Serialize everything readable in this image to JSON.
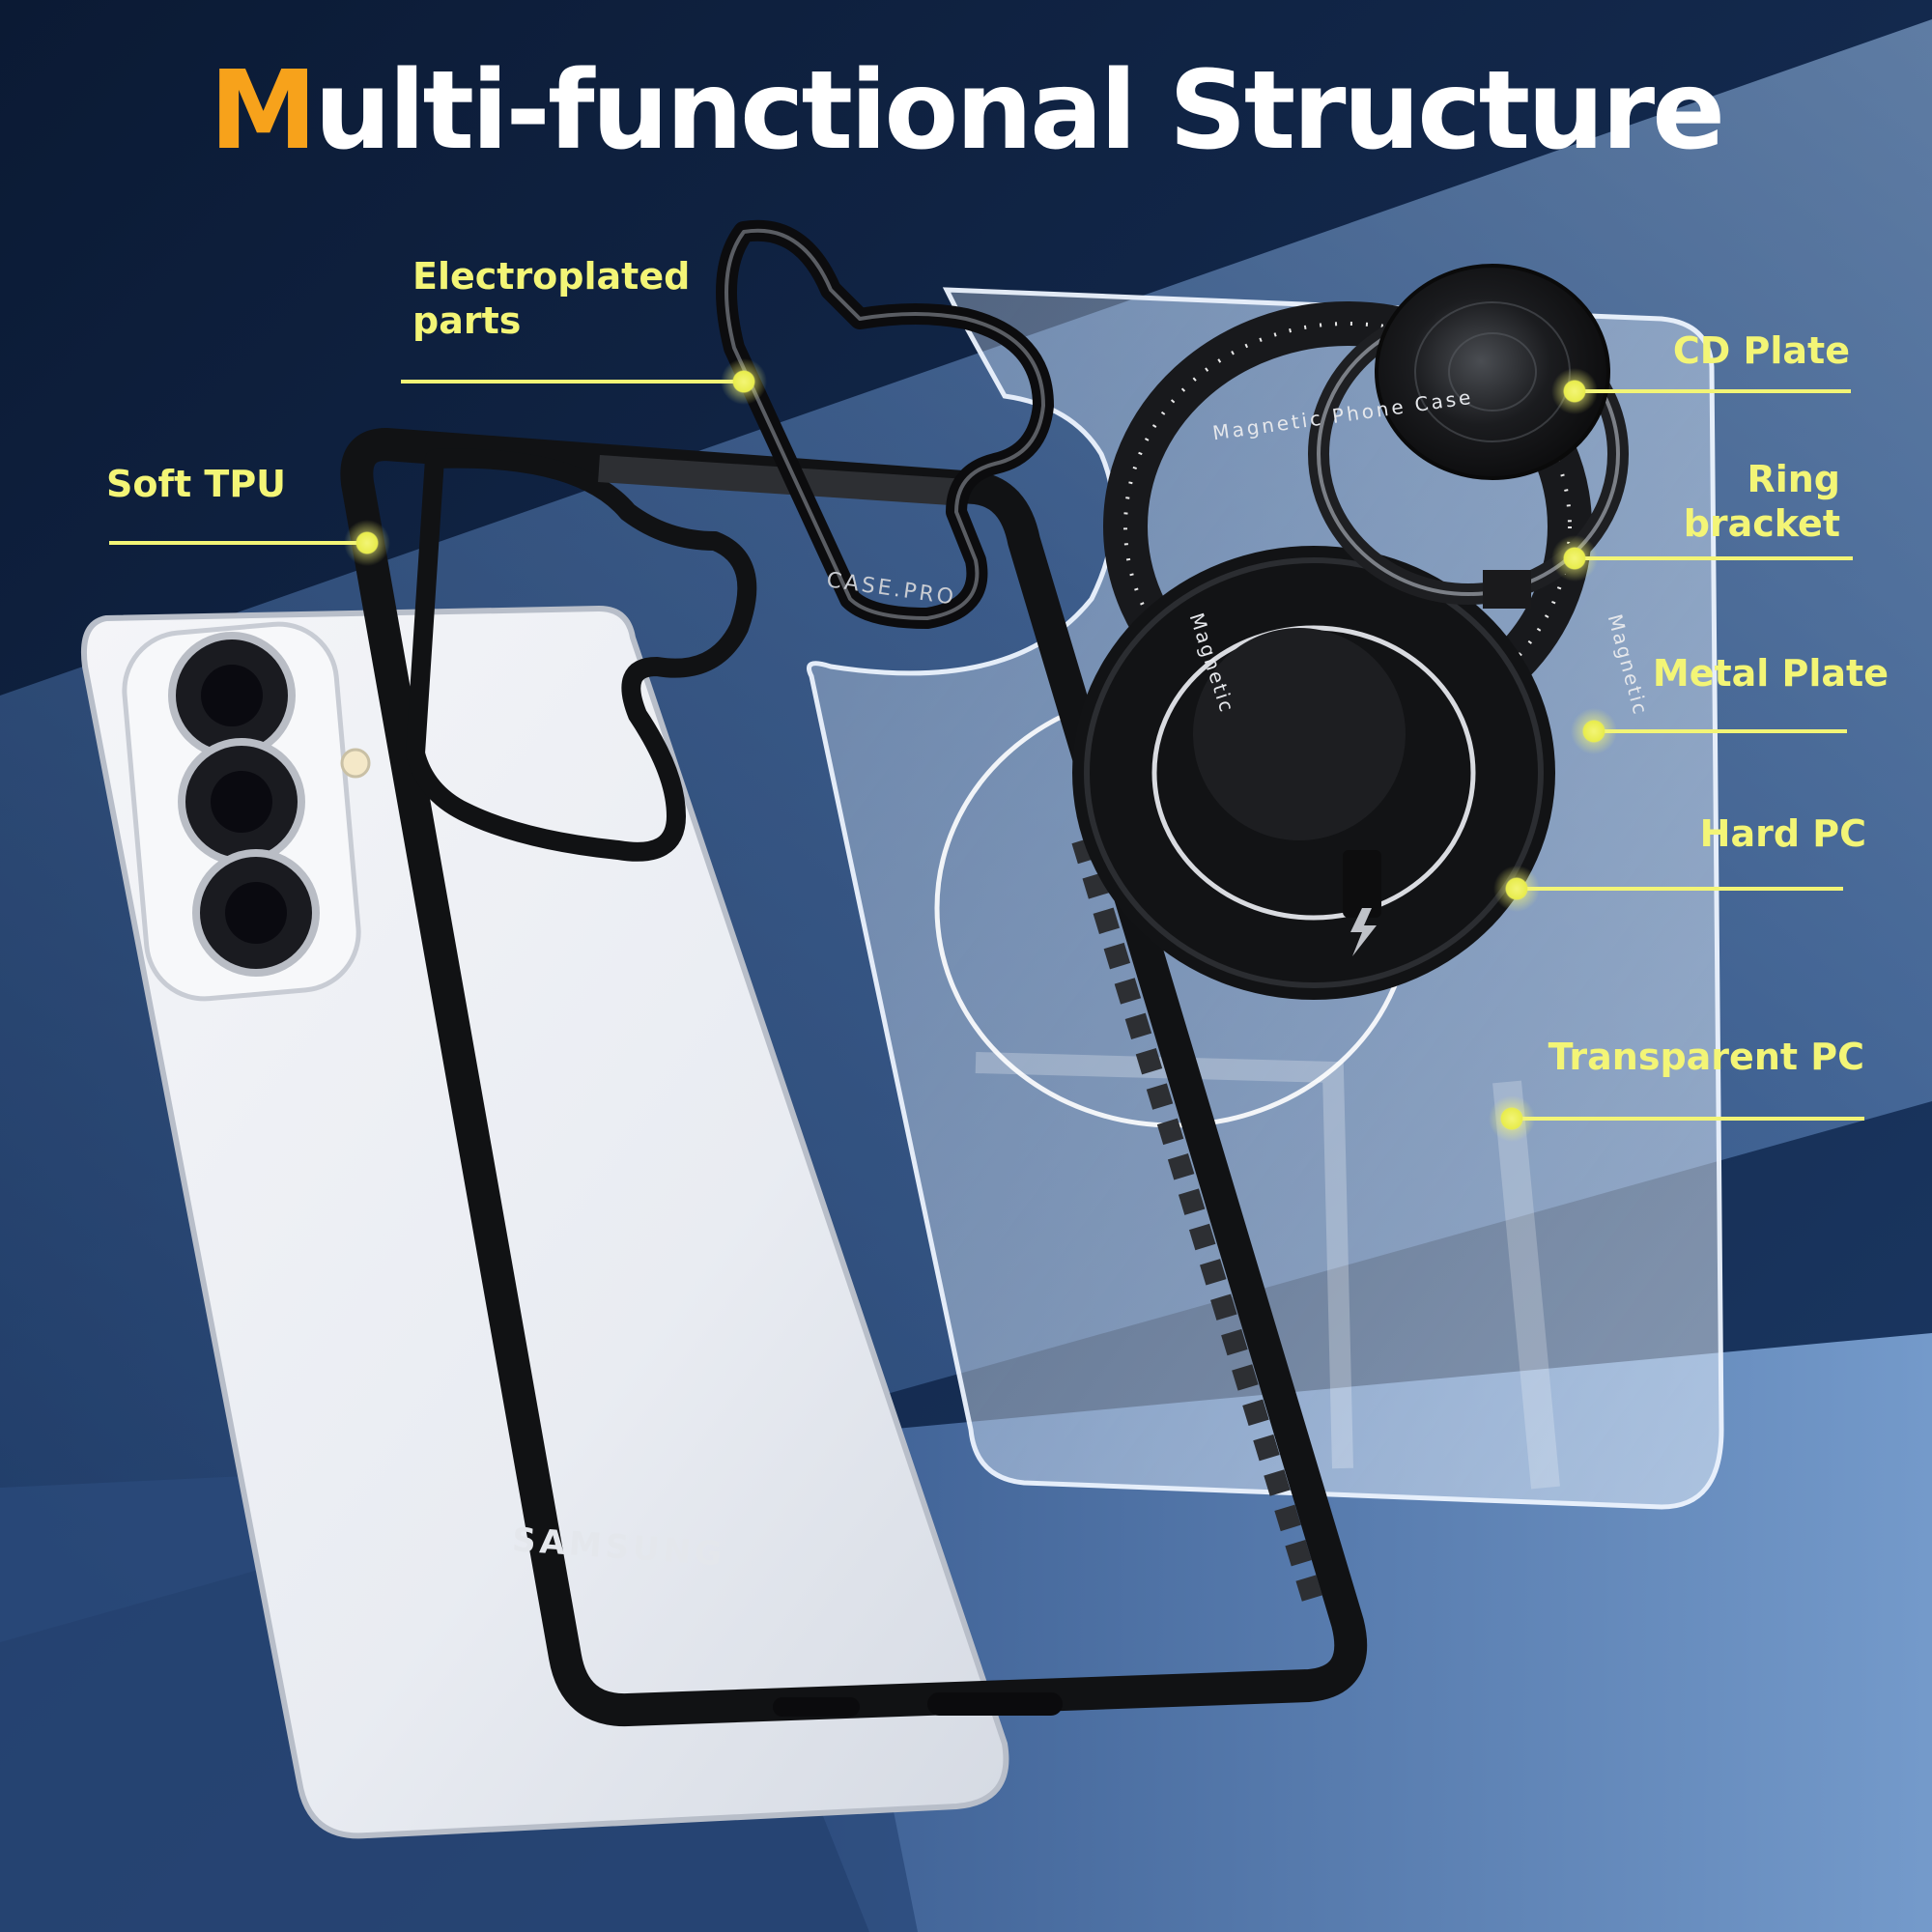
{
  "title": {
    "first_letter": "M",
    "rest": "ulti-functional Structure"
  },
  "colors": {
    "accent": "#f7a21b",
    "label": "#f3f576",
    "background_dark": "#0e1f3d",
    "background_light": "#7ea5d6",
    "case_black": "#141414"
  },
  "labels": {
    "electroplated": "Electroplated parts",
    "soft_tpu": "Soft TPU",
    "cd_plate": "CD Plate",
    "ring_bracket": "Ring bracket",
    "metal_plate": "Metal Plate",
    "hard_pc": "Hard PC",
    "transparent_pc": "Transparent PC"
  },
  "product_text": {
    "case_brand": "CASE.PRO",
    "ring_text_top": "Magnetic Phone Case",
    "ring_text_left": "Magnetic",
    "ring_text_right": "Magnetic",
    "phone_brand": "SAMSUNG"
  },
  "icons": {
    "bolt": "lightning-bolt-icon"
  }
}
